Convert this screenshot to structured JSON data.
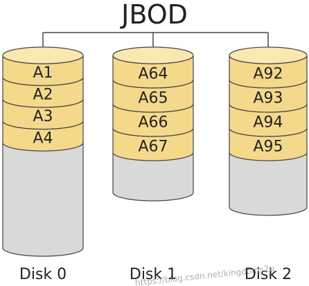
{
  "title": "JBOD",
  "colors": {
    "block_fill": "#f5d98b",
    "block_top": "#fbe8b0",
    "empty_fill": "#d9d9d9",
    "empty_top": "#e8e8e8",
    "stroke": "#444444",
    "text": "#222222"
  },
  "disks": [
    {
      "label": "Disk 0",
      "blocks": [
        "A1",
        "A2",
        "A3",
        "A4"
      ]
    },
    {
      "label": "Disk 1",
      "blocks": [
        "A64",
        "A65",
        "A66",
        "A67"
      ]
    },
    {
      "label": "Disk 2",
      "blocks": [
        "A92",
        "A93",
        "A94",
        "A95"
      ]
    }
  ],
  "watermark": "https://blog.csdn.net/kingdoms2u"
}
